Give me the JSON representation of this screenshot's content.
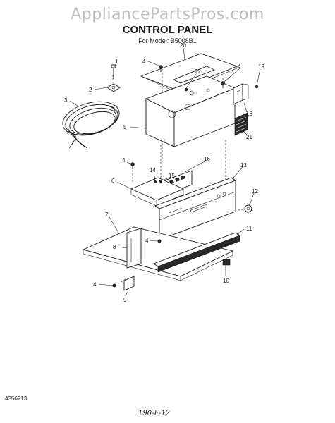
{
  "watermark": "AppliancePartsPros.com",
  "title": "CONTROL PANEL",
  "subtitle": "For Model: B5008B1",
  "doc_number": "4356213",
  "handwritten_note": "190-F-12",
  "callouts": {
    "c1": "1",
    "c2": "2",
    "c3": "3",
    "c4a": "4",
    "c4b": "4",
    "c4c": "4",
    "c4d": "4",
    "c4e": "4",
    "c5": "5",
    "c6": "6",
    "c7": "7",
    "c8": "8",
    "c9": "9",
    "c10": "10",
    "c11": "11",
    "c12": "12",
    "c13": "13",
    "c14": "14",
    "c15": "15",
    "c16": "16",
    "c18": "18",
    "c19": "19",
    "c20": "20",
    "c21": "21",
    "c22": "22"
  }
}
